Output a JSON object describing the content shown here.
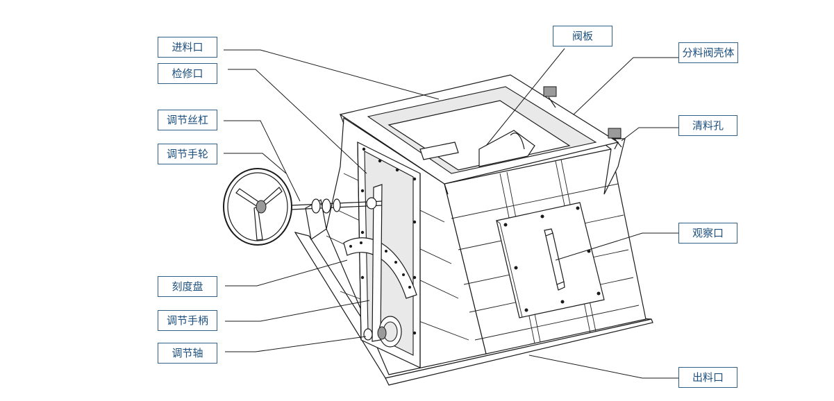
{
  "labels": {
    "inlet": "进料口",
    "access_port": "检修口",
    "adjust_screw": "调节丝杠",
    "adjust_handwheel": "调节手轮",
    "dial": "刻度盘",
    "adjust_handle": "调节手柄",
    "adjust_shaft": "调节轴",
    "valve_plate": "阀板",
    "valve_housing": "分料阀壳体",
    "cleanout_hole": "清料孔",
    "inspection_window": "观察口",
    "outlet": "出料口"
  },
  "colors": {
    "label_text": "#1c4f7d",
    "label_border": "#2f5f86",
    "line": "#1a1a1a"
  }
}
